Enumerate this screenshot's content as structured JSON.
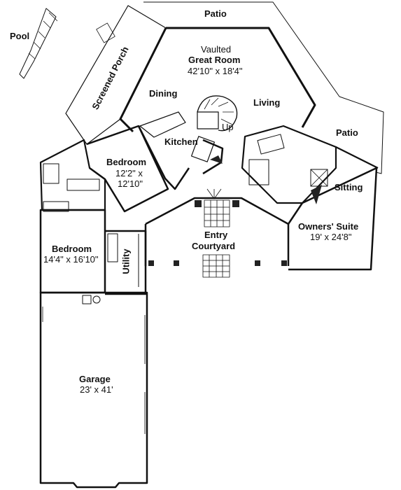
{
  "rooms": {
    "pool": {
      "name": "Pool"
    },
    "patio_top": {
      "name": "Patio"
    },
    "patio_right": {
      "name": "Patio"
    },
    "screened_porch": {
      "name": "Screened Porch"
    },
    "great_room": {
      "prefix": "Vaulted",
      "name": "Great Room",
      "size": "42'10\" x 18'4\""
    },
    "dining": {
      "name": "Dining"
    },
    "living": {
      "name": "Living"
    },
    "kitchen": {
      "name": "Kitchen"
    },
    "stair": {
      "label": "Up"
    },
    "bedroom_small": {
      "name": "Bedroom",
      "size_line1": "12'2\" x",
      "size_line2": "12'10\""
    },
    "sitting": {
      "name": "Sitting"
    },
    "owners_suite": {
      "name": "Owners' Suite",
      "size": "19' x 24'8\""
    },
    "entry": {
      "name_line1": "Entry",
      "name_line2": "Courtyard"
    },
    "bedroom_large": {
      "name": "Bedroom",
      "size": "14'4\" x 16'10\""
    },
    "utility": {
      "name": "Utility"
    },
    "garage": {
      "name": "Garage",
      "size": "23' x 41'"
    }
  },
  "colors": {
    "wall": "#111111",
    "background": "#ffffff",
    "accent_fill": "#222222"
  }
}
